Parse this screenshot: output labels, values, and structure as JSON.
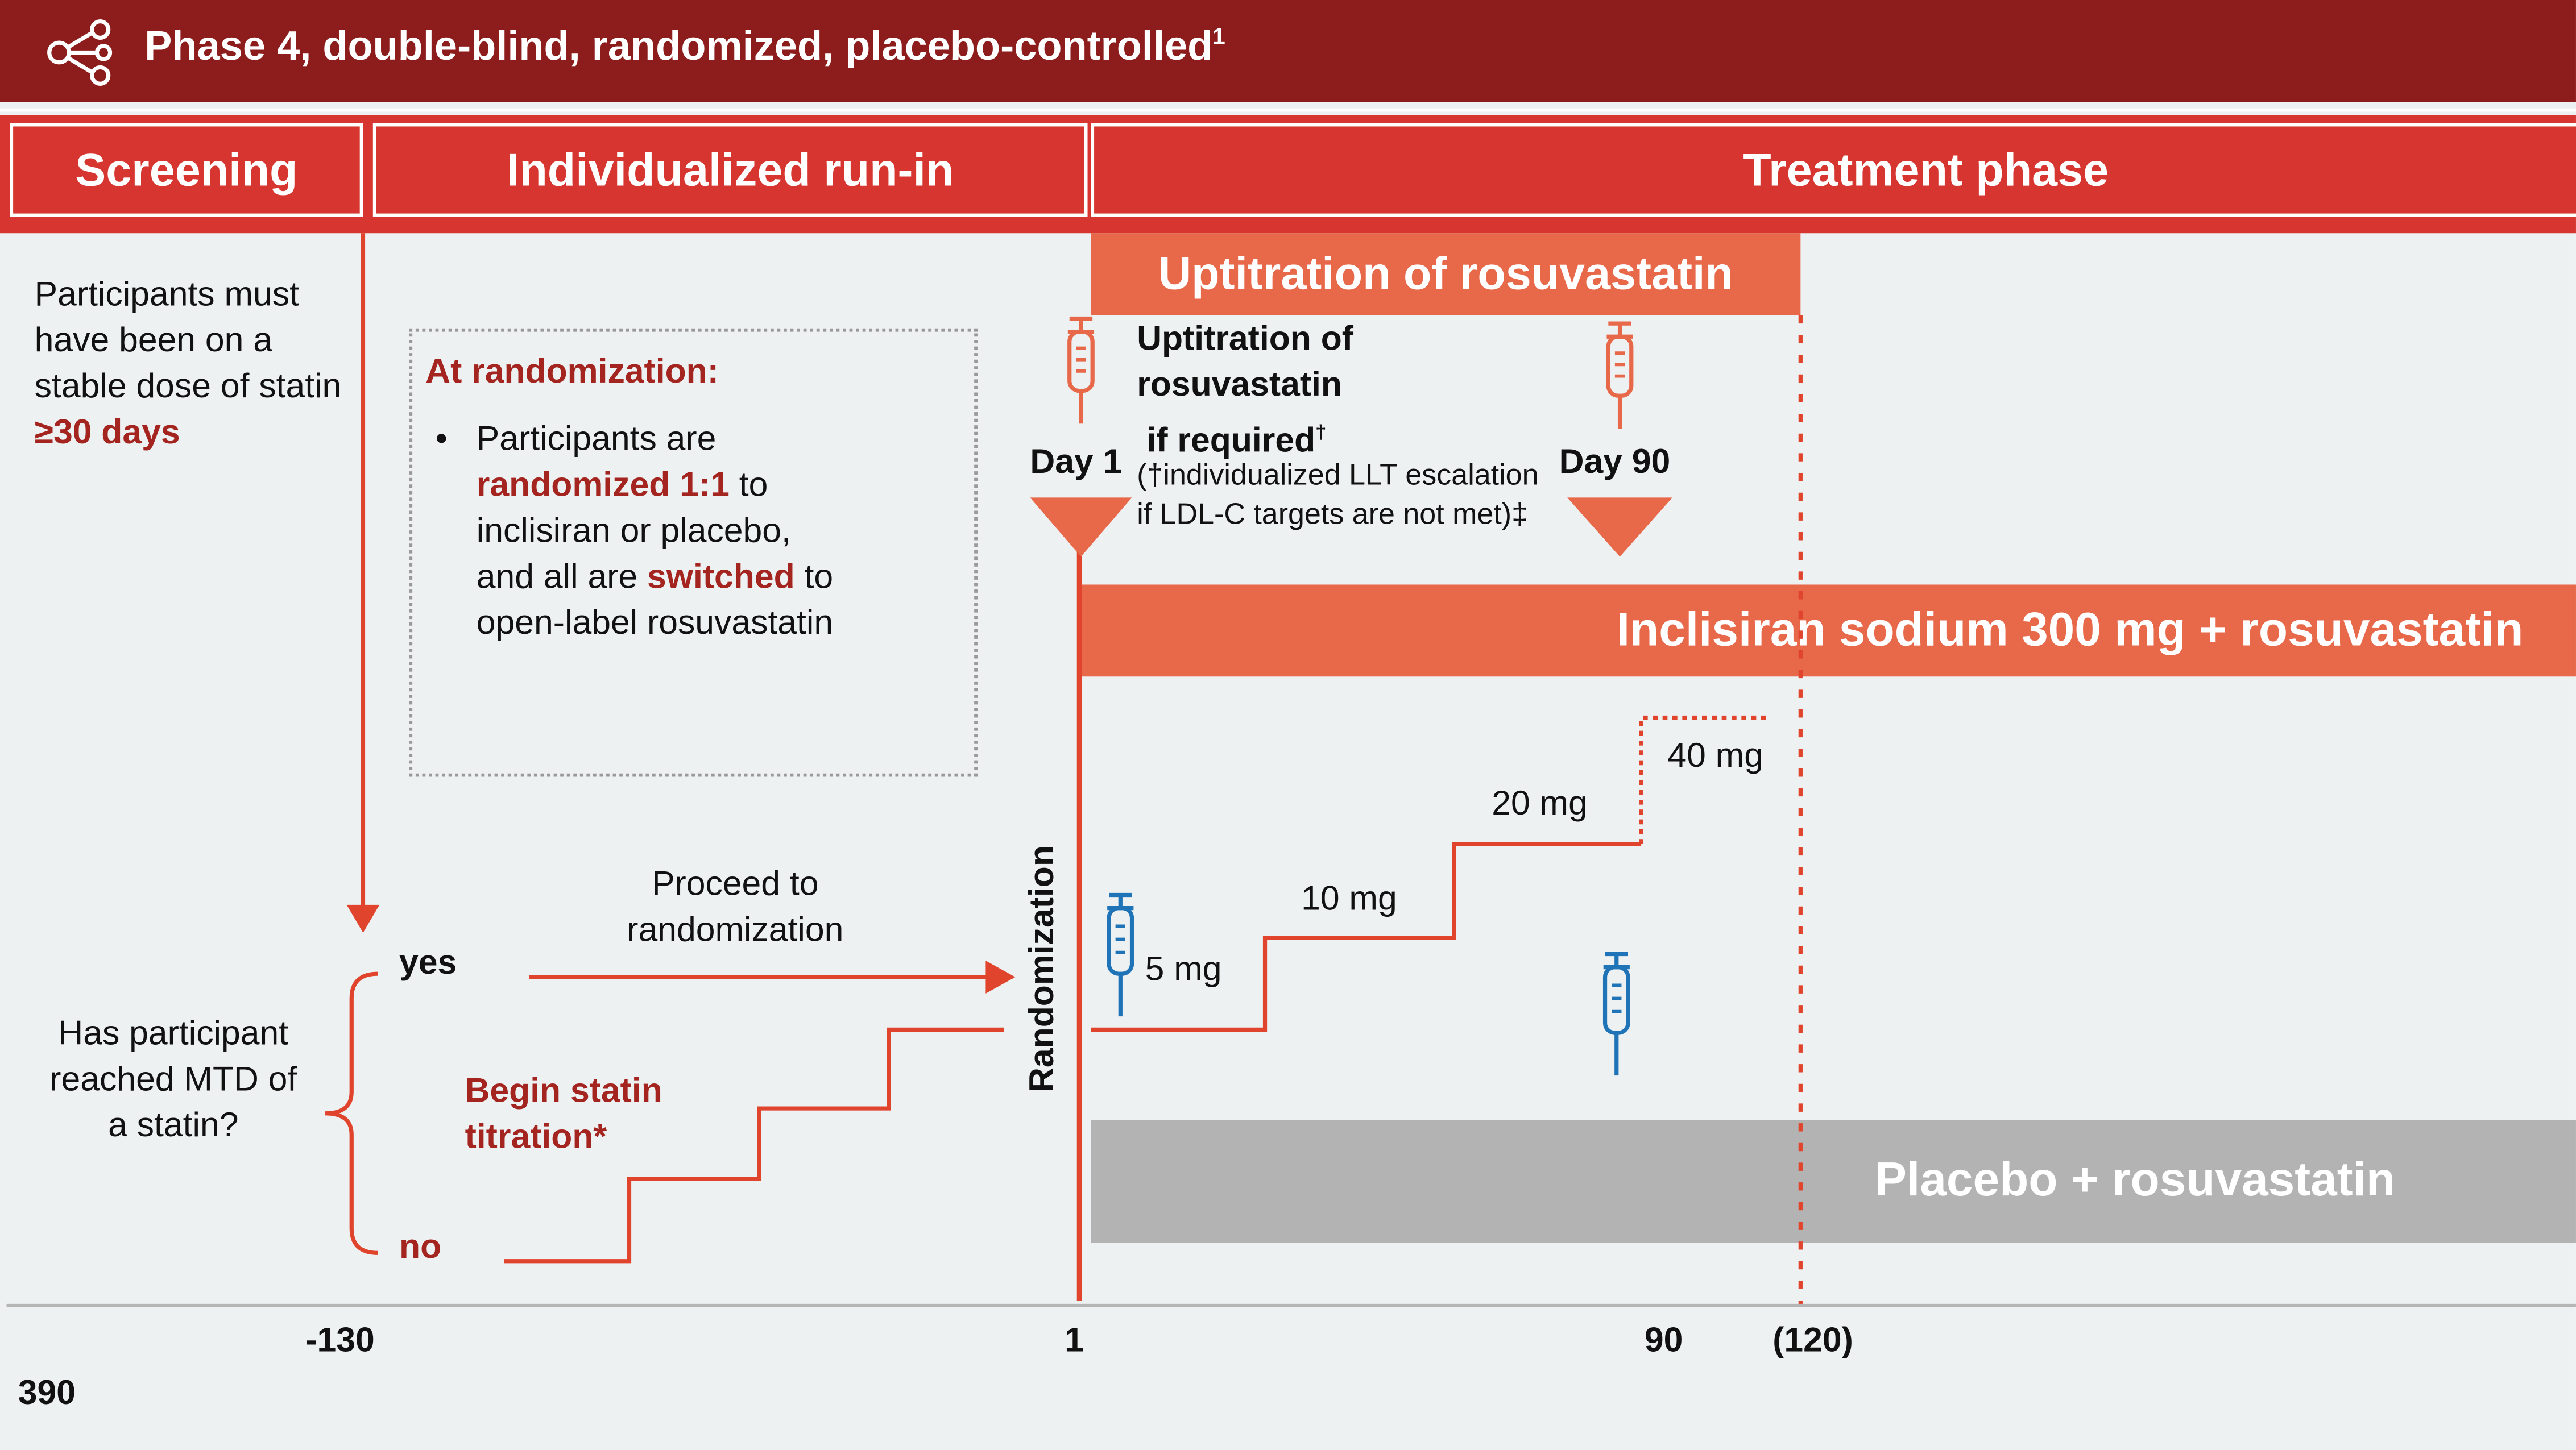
{
  "header": {
    "title": "Phase 4, double-blind, randomized, placebo-controlled",
    "title_sup": "1",
    "icon": "share-network-icon"
  },
  "phases": {
    "screening": "Screening",
    "run_in": "Individualized run-in",
    "treatment": "Treatment phase"
  },
  "screening_note": {
    "text": "Participants must have been on a stable dose of statin",
    "highlight": "≥30 days"
  },
  "randomization_box": {
    "title": "At randomization:",
    "bullet": "•",
    "seg1": "Participants are",
    "seg2": "randomized 1:1",
    "seg3": "to inclisiran or placebo, and all are",
    "seg4": "switched",
    "seg5": "to open-label rosuvastatin"
  },
  "decision": {
    "question": "Has participant reached MTD of a statin?",
    "yes": "yes",
    "no": "no",
    "proceed": "Proceed to randomization",
    "begin_titration": "Begin statin titration*"
  },
  "randomization_label": "Randomization",
  "uptitration_bar": "Uptitration of rosuvastatin",
  "uptitration_note": {
    "title_line1": "Uptitration of",
    "title_line2": "rosuvastatin",
    "title_line3": "if required",
    "title_sup": "†",
    "detail": "(†individualized LLT escalation if LDL-C targets are not met)‡"
  },
  "day1": "Day 1",
  "day90": "Day 90",
  "inclisiran_bar": "Inclisiran sodium 300 mg + rosuvastatin",
  "placebo_bar": "Placebo + rosuvastatin",
  "doses": [
    "5 mg",
    "10 mg",
    "20 mg",
    "40 mg"
  ],
  "axis_ticks": [
    "-130",
    "1",
    "90",
    "(120)"
  ],
  "corner_label": "390",
  "colors": {
    "header_bg": "#8d1c1c",
    "phase_bg": "#d6362f",
    "orange": "#e8684a",
    "line_red": "#e0442c",
    "dark_red_text": "#a4241f",
    "placebo_gray": "#b3b3b3",
    "syringe_blue": "#1f73b7",
    "background": "#eef1f2"
  }
}
